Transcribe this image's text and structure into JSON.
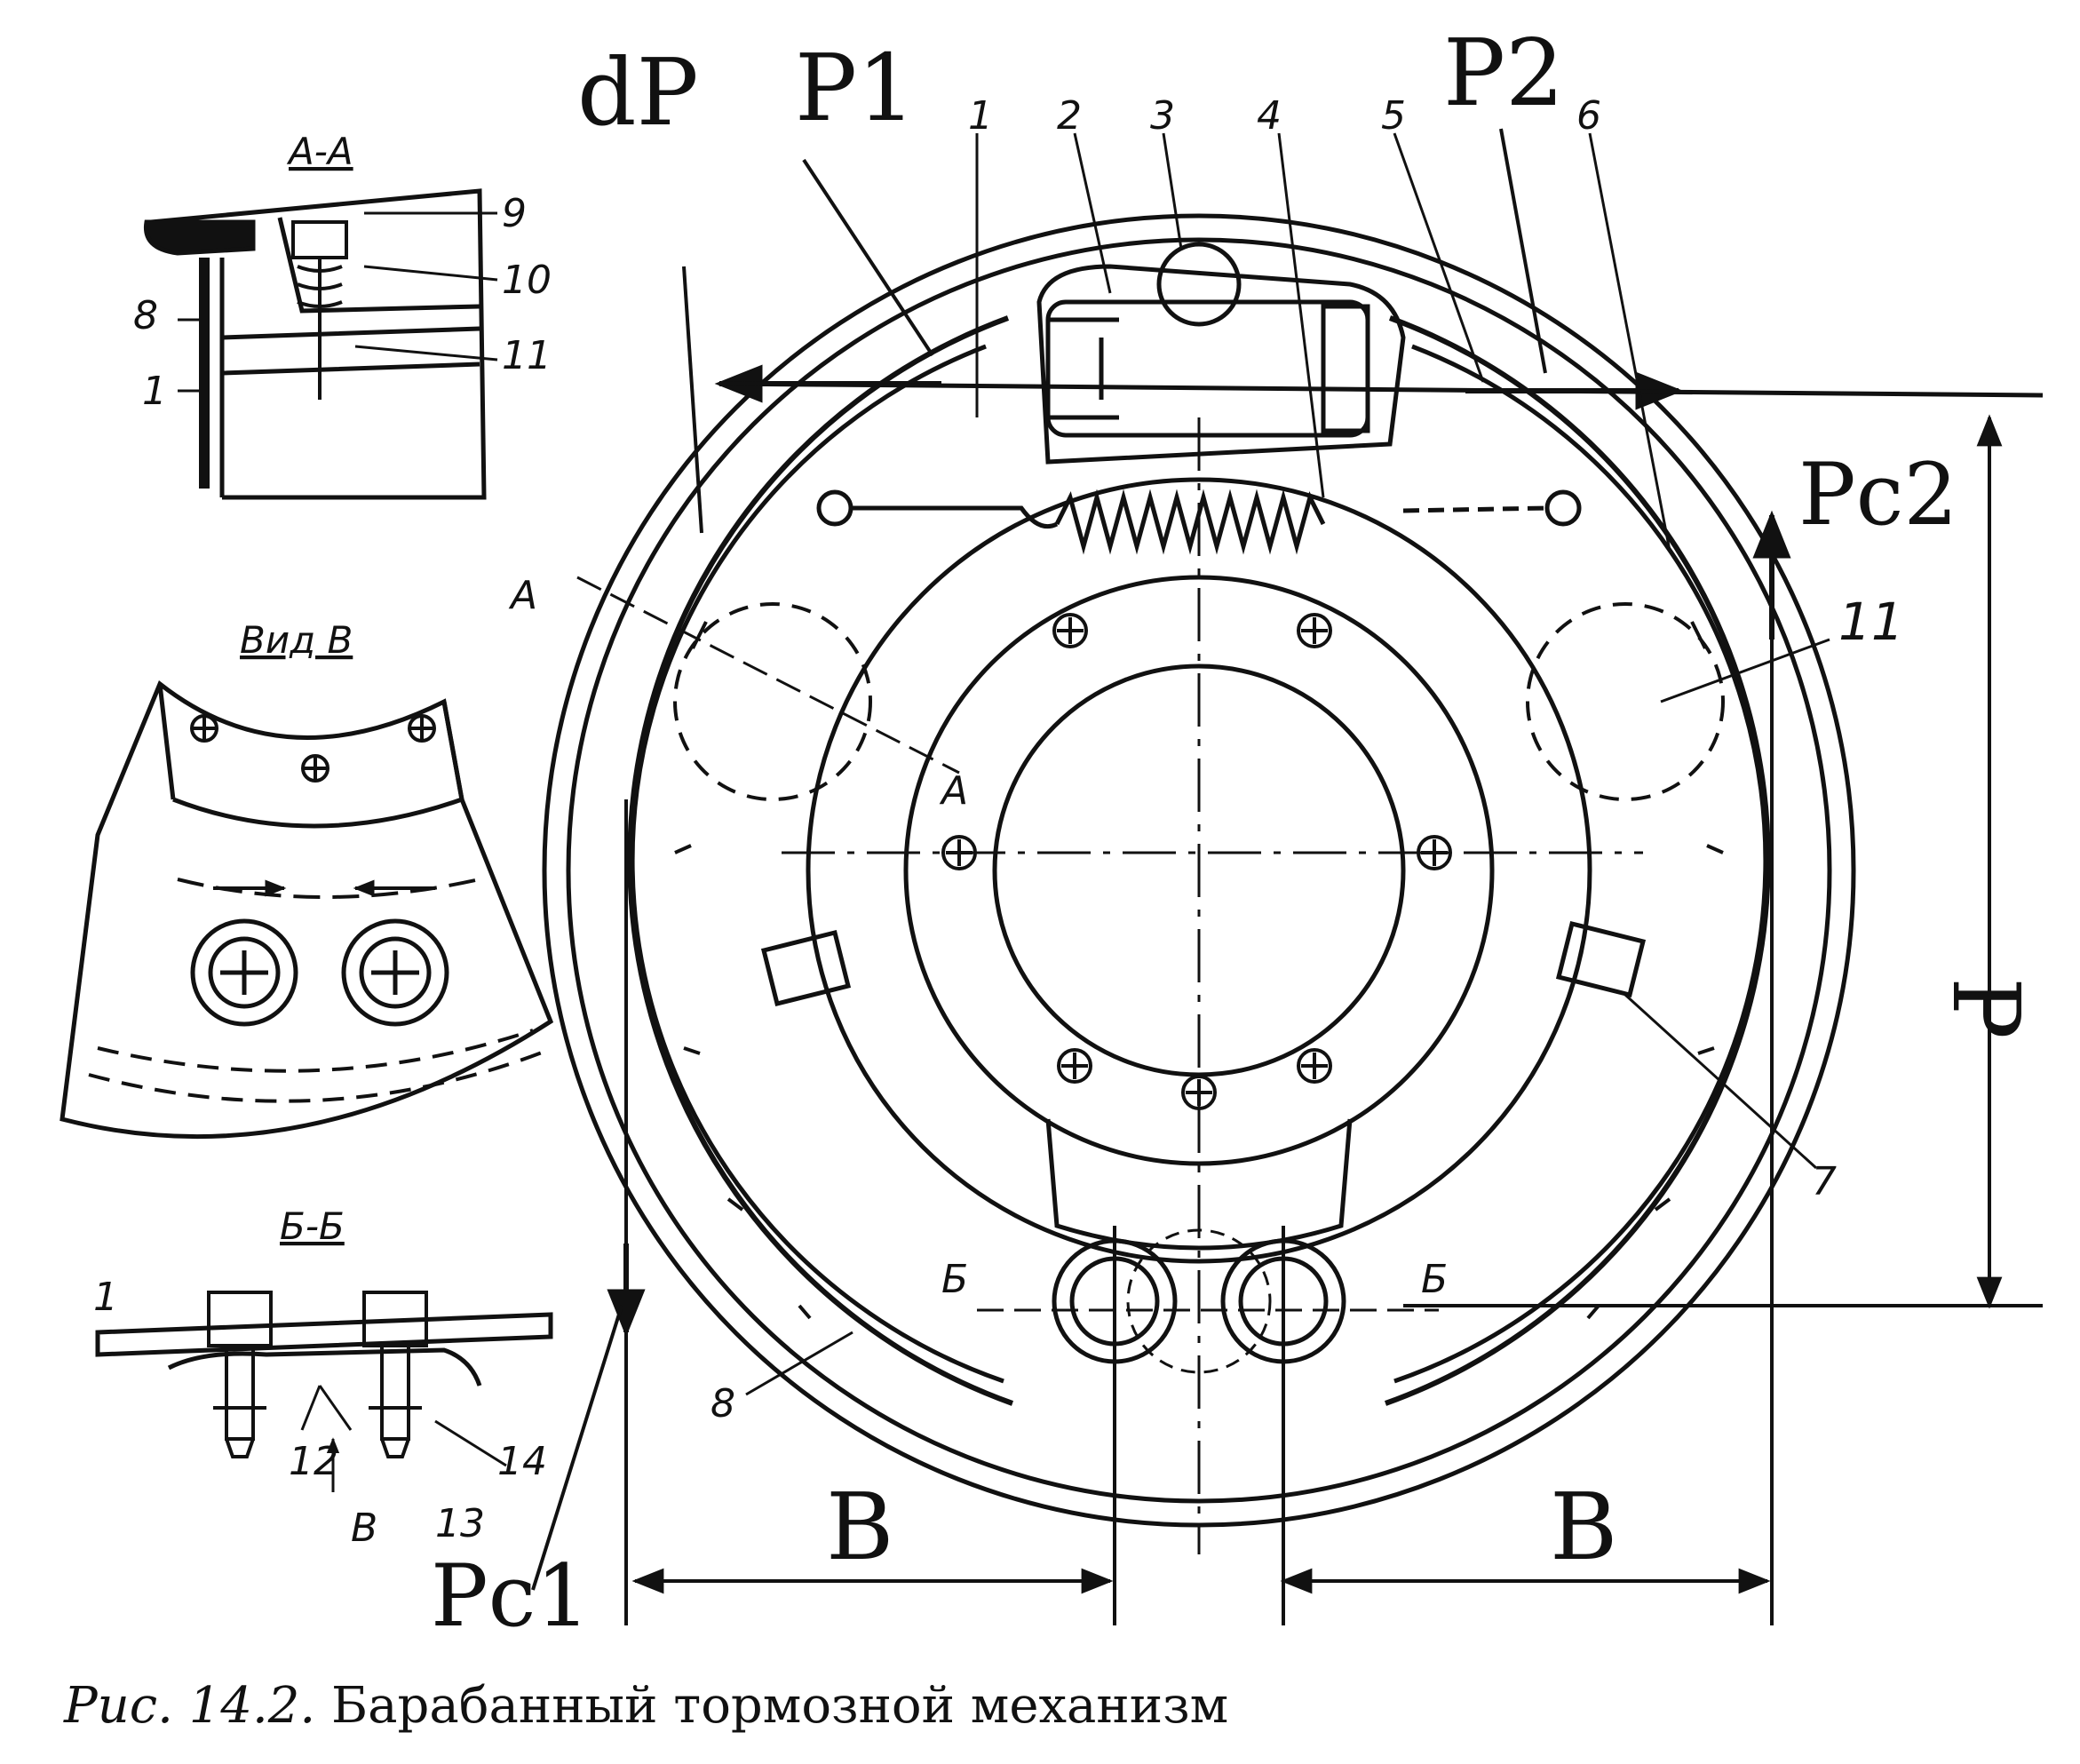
{
  "caption": {
    "figure_ref": "Рис. 14.2.",
    "title": "Барабанный тормозной механизм"
  },
  "sections": {
    "aa": "А-А",
    "view_b": "Вид В",
    "bb": "Б-Б"
  },
  "forces": {
    "dp": "dP",
    "p1": "P1",
    "p2": "P2",
    "pc2": "Pc2",
    "pc1": "Pc1"
  },
  "dimensions": {
    "b_left": "В",
    "b_right": "В",
    "p": "P"
  },
  "marks": {
    "a_top": "А",
    "a_bottom": "А",
    "b_left": "Б",
    "b_right": "Б",
    "view_arrow": "В"
  },
  "parts": {
    "n1_main": "1",
    "n2": "2",
    "n3": "3",
    "n4": "4",
    "n5": "5",
    "n6": "6",
    "n7": "7",
    "n8_main": "8",
    "n11_main": "11",
    "n9": "9",
    "n10": "10",
    "n11_aa": "11",
    "n8_aa": "8",
    "n1_aa": "1",
    "n1_bb": "1",
    "n12": "12",
    "n13": "13",
    "n14": "14"
  }
}
